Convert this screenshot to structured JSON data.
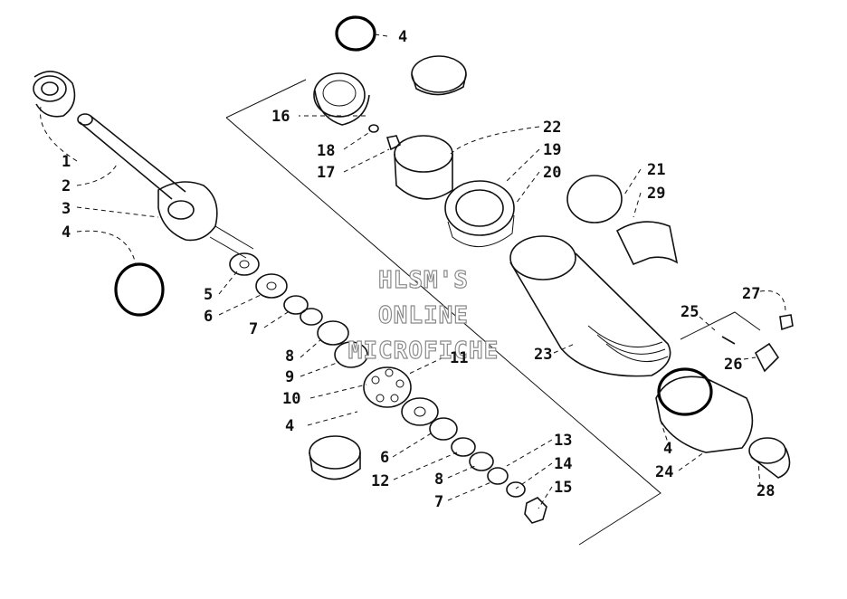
{
  "watermark": {
    "line1": "HLSM'S",
    "line2": "ONLINE",
    "line3": "MICROFICHE"
  },
  "callouts": {
    "c1": "1",
    "c2": "2",
    "c3": "3",
    "c4a": "4",
    "c4b": "4",
    "c4c": "4",
    "c4d": "4",
    "c5": "5",
    "c6a": "6",
    "c6b": "6",
    "c7a": "7",
    "c7b": "7",
    "c8a": "8",
    "c8b": "8",
    "c9": "9",
    "c10": "10",
    "c11": "11",
    "c12": "12",
    "c13": "13",
    "c14": "14",
    "c15": "15",
    "c16": "16",
    "c17": "17",
    "c18": "18",
    "c19": "19",
    "c20": "20",
    "c21": "21",
    "c22": "22",
    "c23": "23",
    "c24": "24",
    "c25": "25",
    "c26": "26",
    "c27": "27",
    "c28": "28",
    "c29": "29"
  }
}
